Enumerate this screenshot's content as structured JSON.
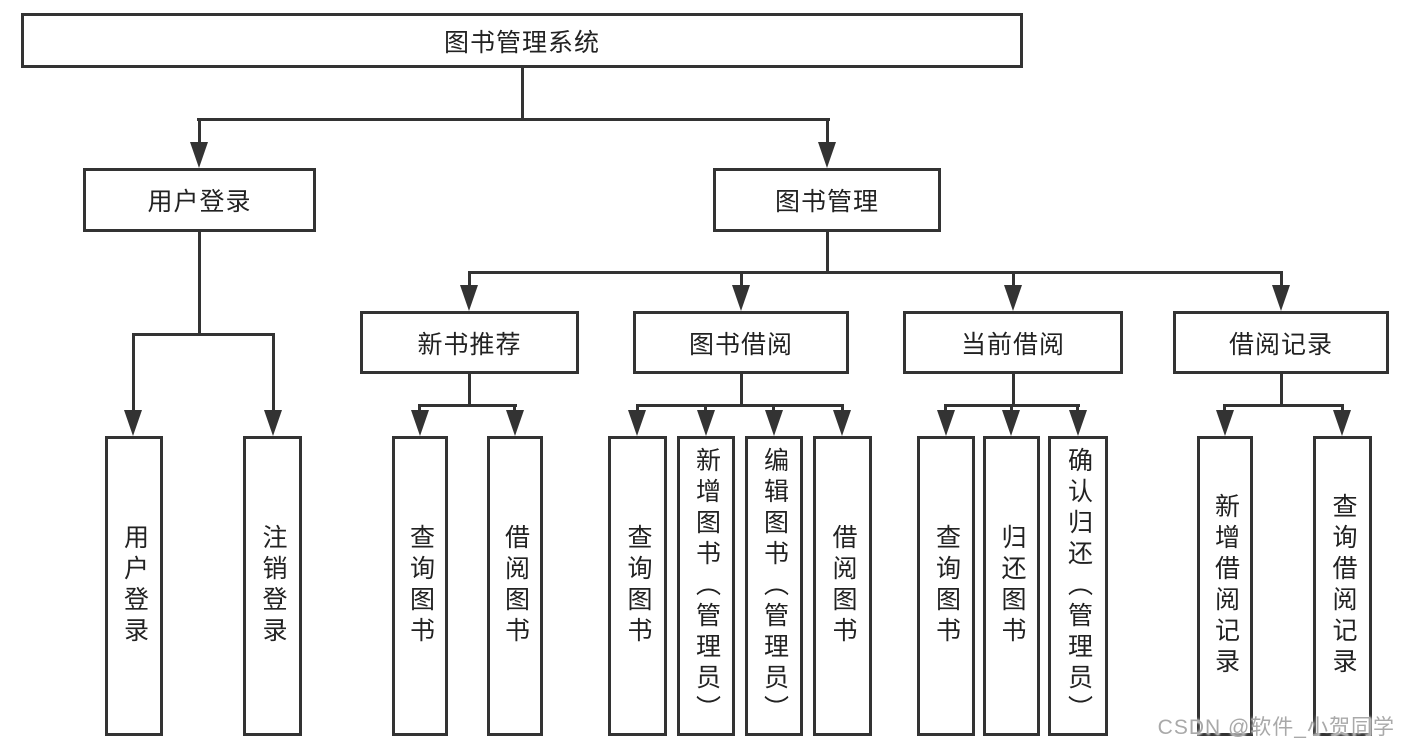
{
  "tree": {
    "root": {
      "label": "图书管理系统"
    },
    "branches": [
      {
        "label": "用户登录",
        "children": [
          {
            "label": "用户登录"
          },
          {
            "label": "注销登录"
          }
        ]
      },
      {
        "label": "图书管理",
        "sections": [
          {
            "label": "新书推荐",
            "children": [
              {
                "label": "查询图书"
              },
              {
                "label": "借阅图书"
              }
            ]
          },
          {
            "label": "图书借阅",
            "children": [
              {
                "label": "查询图书"
              },
              {
                "label": "新增图书（管理员）"
              },
              {
                "label": "编辑图书（管理员）"
              },
              {
                "label": "借阅图书"
              }
            ]
          },
          {
            "label": "当前借阅",
            "children": [
              {
                "label": "查询图书"
              },
              {
                "label": "归还图书"
              },
              {
                "label": "确认归还（管理员）"
              }
            ]
          },
          {
            "label": "借阅记录",
            "children": [
              {
                "label": "新增借阅记录"
              },
              {
                "label": "查询借阅记录"
              }
            ]
          }
        ]
      }
    ]
  },
  "watermark": {
    "text": "CSDN @软件_小贺同学"
  },
  "colors": {
    "line": "#333333",
    "text": "#222222",
    "watermark": "#a9a9a9",
    "background": "#ffffff"
  }
}
